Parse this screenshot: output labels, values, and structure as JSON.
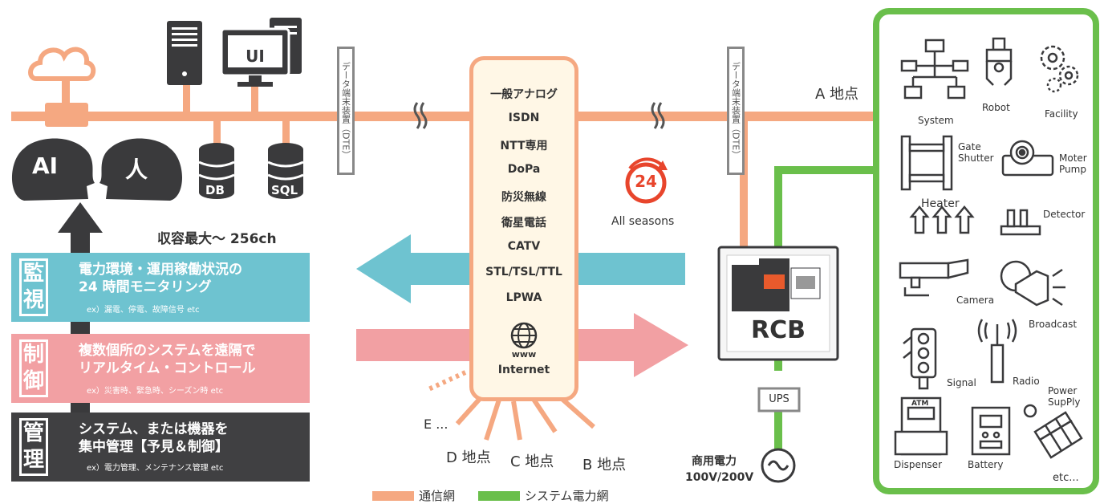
{
  "left": {
    "ui_label": "UI",
    "db_label": "DB",
    "sql_label": "SQL",
    "ai_label": "AI",
    "human_label": "人",
    "capacity": "収容最大〜 256ch"
  },
  "bands": [
    {
      "kanji": "監視",
      "title": "電力環境・運用稼働状況の\n24 時間モニタリング",
      "sub": "ex）漏電、停電、故障信号 etc"
    },
    {
      "kanji": "制御",
      "title": "複数個所のシステムを遠隔で\nリアルタイム・コントロール",
      "sub": "ex）災害時、緊急時、シーズン時 etc"
    },
    {
      "kanji": "管理",
      "title": "システム、または機器を\n集中管理【予見＆制御】",
      "sub": "ex）電力管理、メンテナンス管理 etc"
    }
  ],
  "dte_label": "データ端末装置（DTE）",
  "networks": [
    "一般アナログ",
    "ISDN",
    "NTT専用",
    "DoPa",
    "防災無線",
    "衛星電話",
    "CATV",
    "STL/TSL/TTL",
    "LPWA"
  ],
  "internet": {
    "www": "www",
    "label": "Internet"
  },
  "all_seasons": {
    "badge": "24",
    "label": "All seasons"
  },
  "points": {
    "a": "A 地点",
    "b": "B 地点",
    "c": "C 地点",
    "d": "D 地点",
    "e": "E ..."
  },
  "rcb_label": "RCB",
  "ups_label": "UPS",
  "power": {
    "line1": "商用電力",
    "line2": "100V/200V"
  },
  "legend": {
    "comm": "通信網",
    "power": "システム電力網"
  },
  "devices": {
    "system": "System",
    "robot": "Robot",
    "facility": "Facility",
    "gate": "Gate\nShutter",
    "motor": "Moter\nPump",
    "heater": "Heater",
    "detector": "Detector",
    "camera": "Camera",
    "broadcast": "Broadcast",
    "signal": "Signal",
    "radio": "Radio",
    "power_supply": "Power\nSupPly",
    "atm": "ATM",
    "dispenser": "Dispenser",
    "battery": "Battery",
    "etc": "etc..."
  },
  "colors": {
    "comm": "#f5a881",
    "power": "#6abf4b",
    "monitor": "#6ec3d0",
    "control": "#f2a0a3",
    "manage": "#404042",
    "icon": "#3a3a3c"
  }
}
